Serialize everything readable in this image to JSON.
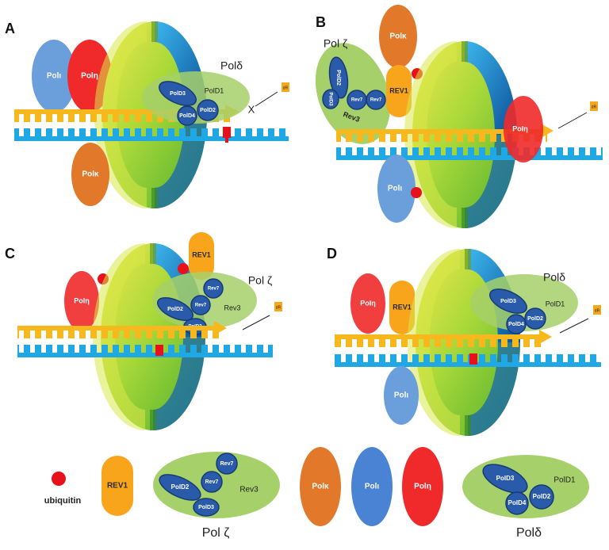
{
  "panels": {
    "A": "A",
    "B": "B",
    "C": "C",
    "D": "D"
  },
  "labels": {
    "poli": "Polι",
    "poleta": "Polη",
    "polkappa": "Polκ",
    "rev1": "REV1",
    "rev3": "Rev3",
    "rev7": "Rev7",
    "pold1": "PolD1",
    "pold2": "PolD2",
    "pold3": "PolD3",
    "pold4": "PolD4",
    "pol_delta": "Polδ",
    "pol_zeta": "Pol ζ",
    "ubiquitin": "ubiquitin",
    "dna_damage_tag": "dR",
    "block_mark": "X"
  },
  "colors": {
    "poli": "#6a9fdc",
    "poleta": "#f02a2a",
    "polkappa": "#e2782a",
    "rev1": "#f9a51c",
    "complex_bg": "#a6d06a",
    "subunit": "#2a5baa",
    "ubiquitin": "#e8101a",
    "template_strand": "#1fa8e4",
    "primer_strand": "#f6b81c",
    "lesion": "#e8101a"
  }
}
